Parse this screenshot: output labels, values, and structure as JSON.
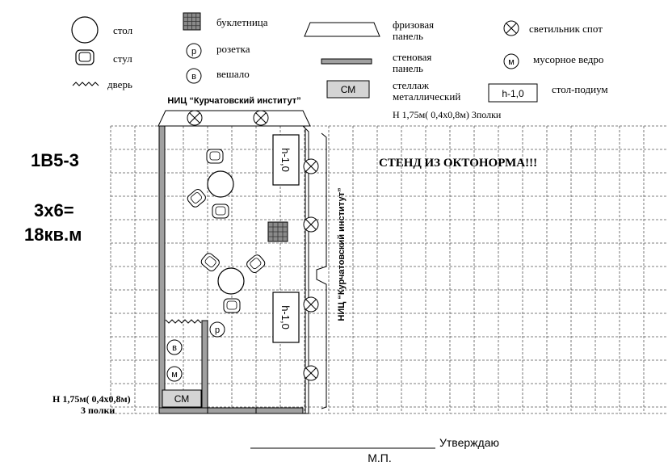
{
  "legend": {
    "table": "стол",
    "chair": "стул",
    "door": "дверь",
    "booklet_stand": "буклетница",
    "socket": "розетка",
    "socket_letter": "р",
    "hanger": "вешало",
    "hanger_letter": "в",
    "frieze_line1": "фризовая",
    "frieze_line2": "панель",
    "wall_line1": "стеновая",
    "wall_line2": "панель",
    "rack_box": "СМ",
    "rack_line1": "стеллаж",
    "rack_line2": "металлический",
    "rack_line3": "Н 1,75м( 0,4х0,8м) 3полки",
    "spot": "светильник спот",
    "bin": "мусорное ведро",
    "bin_letter": "м",
    "podium_box": "h-1,0",
    "podium": "стол-подиум"
  },
  "stand": {
    "code": "1В5-3",
    "size": "3х6=",
    "area": "18кв.м",
    "fascia_top": "НИЦ “Курчатовский институт”",
    "fascia_side": "НИЦ “Курчатовский институт”",
    "title": "СТЕНД ИЗ ОКТОНОРМА!!!",
    "podium_label": "h-1,0",
    "socket_letter": "р",
    "hanger_letter": "в",
    "bin_letter": "м",
    "rack_label": "СМ",
    "rack_note_line1": "Н 1,75м( 0,4х0,8м)",
    "rack_note_line2": "3 полки"
  },
  "footer": {
    "approve": "Утверждаю",
    "seal": "М.П."
  }
}
